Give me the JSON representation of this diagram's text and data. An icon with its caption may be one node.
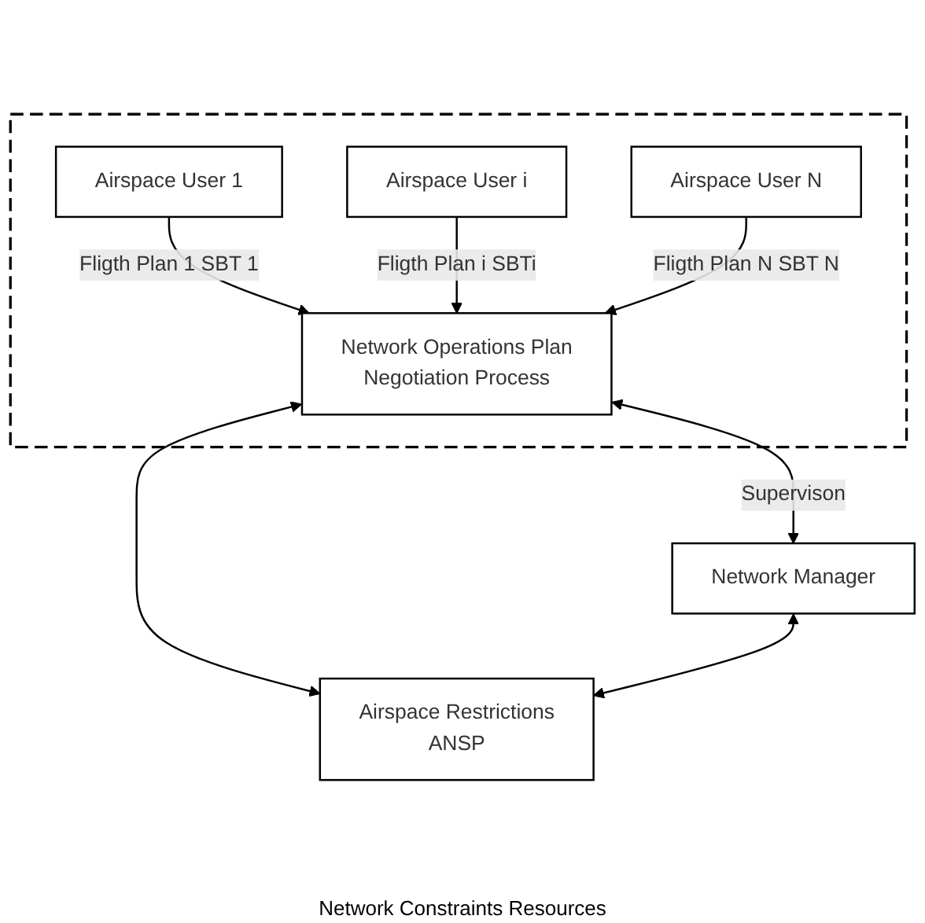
{
  "diagram": {
    "nodes": [
      {
        "text": [],
        "shape": "box"
      },
      {
        "text": [
          "Airspace User 1"
        ],
        "in": 0
      },
      {
        "text": [
          "Airspace User i"
        ],
        "in": 0
      },
      {
        "text": [
          "Airspace User N"
        ],
        "in": 0
      },
      {
        "text": [
          "Network Operations Plan",
          "Negotiation Process"
        ],
        "in": 0
      },
      {
        "text": [
          "Network Manager"
        ]
      },
      {
        "text": [
          "Airspace Restrictions",
          "ANSP"
        ]
      }
    ],
    "edges": [
      {
        "from": 1,
        "to": 4,
        "arrow": "to",
        "label": "Fligth Plan 1 SBT 1"
      },
      {
        "from": 2,
        "to": 4,
        "arrow": "to",
        "label": "Fligth Plan i SBTi"
      },
      {
        "from": 3,
        "to": 4,
        "arrow": "to",
        "label": "Fligth Plan N SBT N"
      },
      {
        "from": 4,
        "to": 5,
        "arrow": "both",
        "label": "Supervison"
      },
      {
        "from": 4,
        "to": 6,
        "arrow": "both"
      },
      {
        "from": 5,
        "to": 6,
        "arrow": "both"
      }
    ],
    "labels": [
      "Network Constraints Resources"
    ]
  }
}
